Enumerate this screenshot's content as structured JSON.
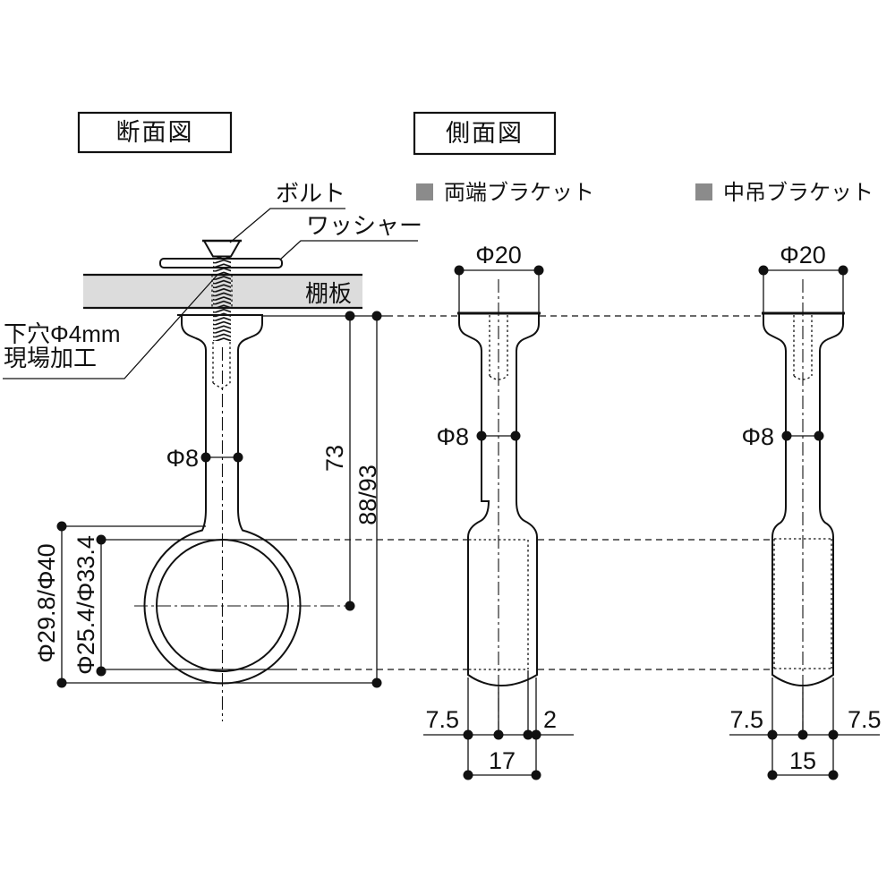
{
  "colors": {
    "shelf_fill": "#dcdcdc",
    "legend_square": "#8b8b8b",
    "line": "#111111"
  },
  "titles": {
    "cross_section": "断面図",
    "side_view": "側面図"
  },
  "cross_section": {
    "labels": {
      "bolt": "ボルト",
      "washer": "ワッシャー",
      "shelf_board": "棚板",
      "pilot_hole_line1": "下穴Φ4mm",
      "pilot_hole_line2": "現場加工"
    },
    "dims": {
      "stem_dia": "Φ8",
      "height_to_center": "73",
      "height_total": "88/93",
      "outer_dia": "Φ29.8/Φ40",
      "inner_dia": "Φ25.4/Φ33.4"
    }
  },
  "side_view": {
    "end_bracket": {
      "legend": "両端ブラケット",
      "dims": {
        "cap_dia": "Φ20",
        "stem_dia": "Φ8",
        "offset_left": "7.5",
        "offset_right": "2",
        "body_width": "17"
      }
    },
    "center_bracket": {
      "legend": "中吊ブラケット",
      "dims": {
        "cap_dia": "Φ20",
        "stem_dia": "Φ8",
        "offset_left": "7.5",
        "offset_right": "7.5",
        "body_width": "15"
      }
    }
  }
}
